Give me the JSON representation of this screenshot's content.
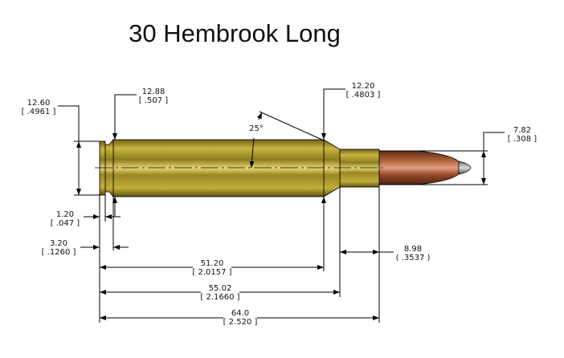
{
  "title": "30 Hembrook Long",
  "dimensions": {
    "rim_diameter": {
      "mm": "12.60",
      "in": "[ .4961 ]"
    },
    "base_diameter": {
      "mm": "12.88",
      "in": "[ .507 ]"
    },
    "shoulder_diameter": {
      "mm": "12.20",
      "in": "[ .4803 ]"
    },
    "bullet_diameter": {
      "mm": "7.82",
      "in": "[ .308 ]"
    },
    "rim_thickness": {
      "mm": "1.20",
      "in": "[ .047 ]"
    },
    "extractor_groove": {
      "mm": "3.20",
      "in": "[ .1260 ]"
    },
    "neck_length": {
      "mm": "8.98",
      "in": "( .3537 )"
    },
    "shoulder_length": {
      "mm": "51.20",
      "in": "[ 2.0157 ]"
    },
    "neck_start_length": {
      "mm": "55.02",
      "in": "[ 2.1660 ]"
    },
    "case_length": {
      "mm": "64.0",
      "in": "[ 2.520 ]"
    },
    "shoulder_angle": "25°"
  },
  "colors": {
    "brass": "#b8a234",
    "bullet": "#a5563a",
    "tip": "#8a8f96"
  }
}
